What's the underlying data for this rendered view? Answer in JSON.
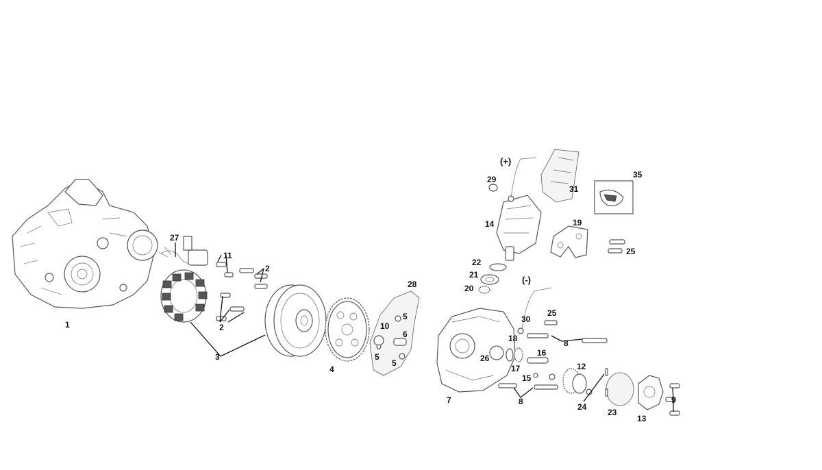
{
  "diagram": {
    "callouts": [
      {
        "id": "c1",
        "text": "1"
      },
      {
        "id": "c2",
        "text": "2"
      },
      {
        "id": "c2b",
        "text": "2"
      },
      {
        "id": "c3",
        "text": "3"
      },
      {
        "id": "c4",
        "text": "4"
      },
      {
        "id": "c5a",
        "text": "5"
      },
      {
        "id": "c5b",
        "text": "5"
      },
      {
        "id": "c5c",
        "text": "5"
      },
      {
        "id": "c6",
        "text": "6"
      },
      {
        "id": "c7",
        "text": "7"
      },
      {
        "id": "c8a",
        "text": "8"
      },
      {
        "id": "c8b",
        "text": "8"
      },
      {
        "id": "c9",
        "text": "9"
      },
      {
        "id": "c10",
        "text": "10"
      },
      {
        "id": "c11",
        "text": "11"
      },
      {
        "id": "c12",
        "text": "12"
      },
      {
        "id": "c13",
        "text": "13"
      },
      {
        "id": "c14",
        "text": "14"
      },
      {
        "id": "c15",
        "text": "15"
      },
      {
        "id": "c16",
        "text": "16"
      },
      {
        "id": "c17",
        "text": "17"
      },
      {
        "id": "c18",
        "text": "18"
      },
      {
        "id": "c19",
        "text": "19"
      },
      {
        "id": "c20",
        "text": "20"
      },
      {
        "id": "c21",
        "text": "21"
      },
      {
        "id": "c22",
        "text": "22"
      },
      {
        "id": "c23",
        "text": "23"
      },
      {
        "id": "c24",
        "text": "24"
      },
      {
        "id": "c25a",
        "text": "25"
      },
      {
        "id": "c25b",
        "text": "25"
      },
      {
        "id": "c26",
        "text": "26"
      },
      {
        "id": "c27",
        "text": "27"
      },
      {
        "id": "c28",
        "text": "28"
      },
      {
        "id": "c29",
        "text": "29"
      },
      {
        "id": "c30",
        "text": "30"
      },
      {
        "id": "c31",
        "text": "31"
      },
      {
        "id": "c35",
        "text": "35"
      }
    ],
    "polarity": {
      "positive": "(+)",
      "negative": "(-)"
    }
  }
}
